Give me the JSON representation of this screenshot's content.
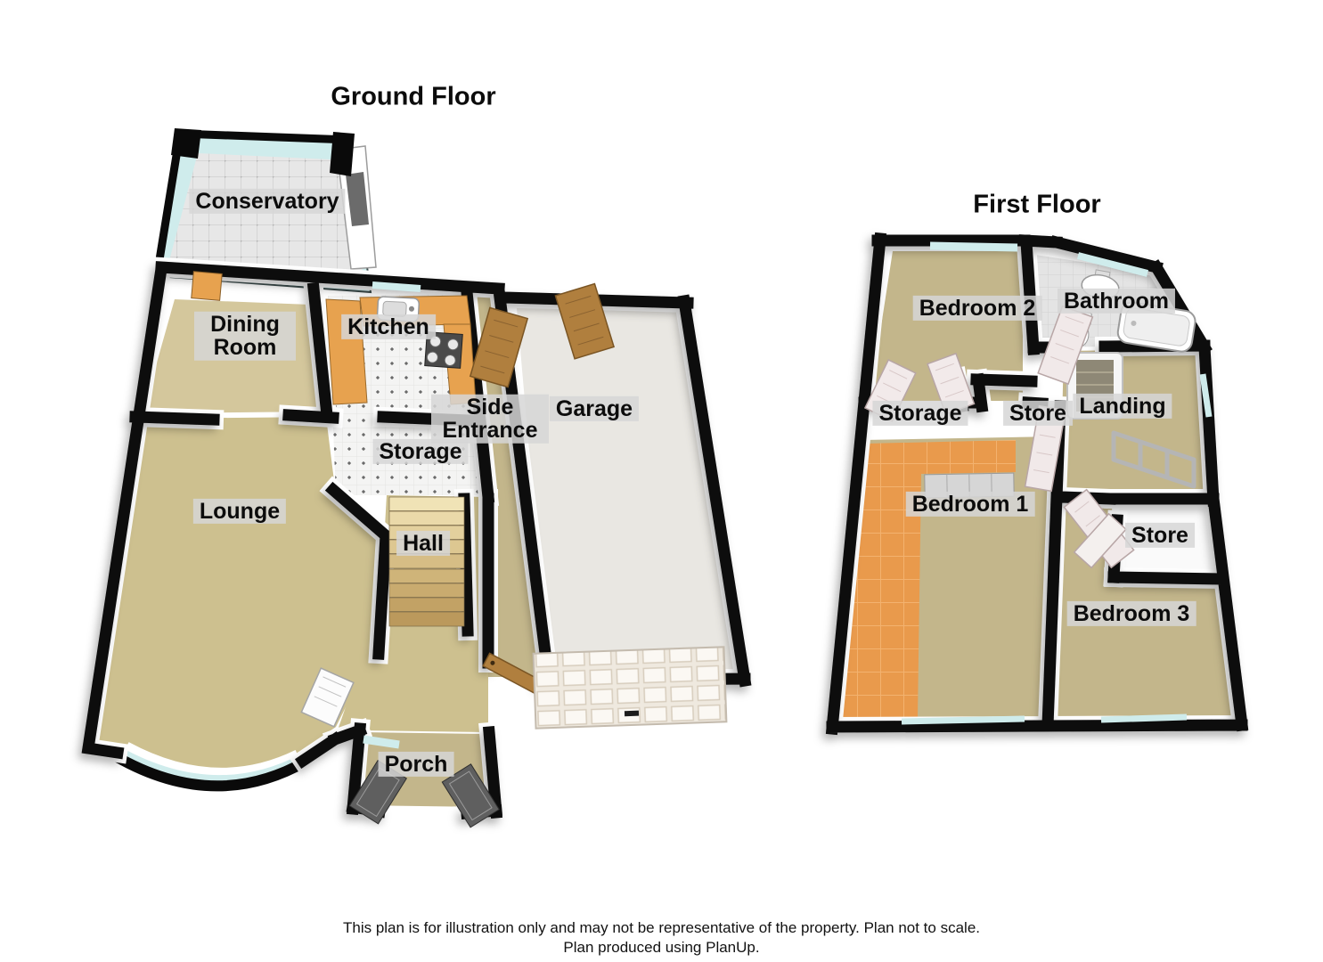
{
  "ground_floor": {
    "title": "Ground Floor",
    "rooms": [
      {
        "name": "Conservatory"
      },
      {
        "name": "Dining Room"
      },
      {
        "name": "Kitchen"
      },
      {
        "name": "Side Entrance"
      },
      {
        "name": "Garage"
      },
      {
        "name": "Storage"
      },
      {
        "name": "Lounge"
      },
      {
        "name": "Hall"
      },
      {
        "name": "Porch"
      }
    ]
  },
  "first_floor": {
    "title": "First Floor",
    "rooms": [
      {
        "name": "Bedroom 2"
      },
      {
        "name": "Bathroom"
      },
      {
        "name": "Storage"
      },
      {
        "name": "Store"
      },
      {
        "name": "Landing"
      },
      {
        "name": "Bedroom 1"
      },
      {
        "name": "Store"
      },
      {
        "name": "Bedroom 3"
      }
    ]
  },
  "footer": {
    "line1": "This plan is for illustration only and may not be representative of the property. Plan not to scale.",
    "line2": "Plan produced using PlanUp."
  },
  "palette": {
    "wall": "#0a0a0a",
    "floor_beige": "#cdc08f",
    "floor_beige_dark": "#c3b68b",
    "floor_beige_light": "#d4c79c",
    "floor_gray": "#e9e7e2",
    "counter_orange": "#e7a24f",
    "carpet_orange": "#e99a4c",
    "wood_door": "#b07f3e",
    "glass_cyan": "#cfecec",
    "label_bg": "rgba(214,214,214,0.85)",
    "text": "#0c0c0c"
  }
}
